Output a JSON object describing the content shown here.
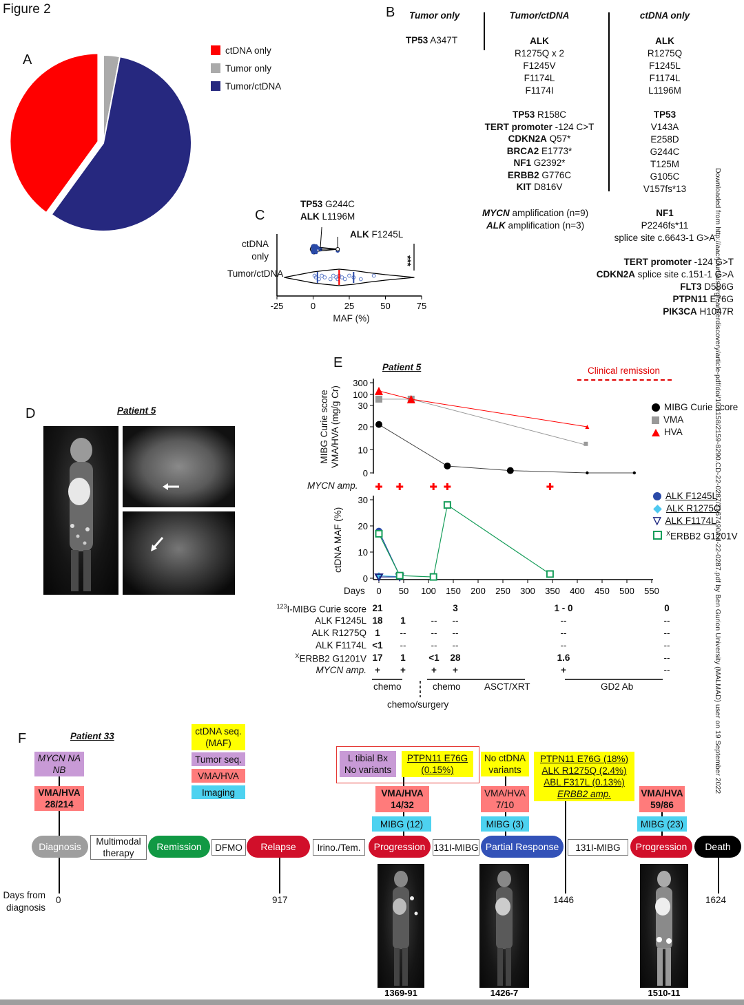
{
  "figure_title": "Figure 2",
  "side_note": "Downloaded from http://aacrjournals.org/cancerdiscovery/article-pdf/doi/10.1158/2159-8290.CD-22-0287/3167490/cd-22-0287.pdf by Ben Gurion University (MALMAD) user on 19 September 2022",
  "panel_labels": {
    "a": "A",
    "b": "B",
    "c": "C",
    "d": "D",
    "e": "E",
    "f": "F"
  },
  "chart_data": [
    {
      "type": "pie",
      "categories": [
        "ctDNA only",
        "Tumor only",
        "Tumor/ctDNA"
      ],
      "values": [
        40,
        3,
        57
      ],
      "colors": [
        "#ff0000",
        "#aaaaaa",
        "#26287f"
      ],
      "exploded": "ctDNA only",
      "legend": "right"
    },
    {
      "type": "violin",
      "categories": [
        "ctDNA only",
        "Tumor/ctDNA"
      ],
      "xlabel": "MAF (%)",
      "xlim": [
        -25,
        75
      ],
      "xticks": [
        -25,
        0,
        25,
        50,
        75
      ],
      "ctdna_only_points": [
        0,
        0,
        0,
        0,
        0,
        0.5,
        1,
        1,
        1.5,
        2,
        2,
        3,
        5,
        17
      ],
      "tumor_ctdna_points": [
        1,
        2,
        4,
        6,
        8,
        12,
        14,
        16,
        17,
        18,
        20,
        22,
        25,
        28,
        33,
        42
      ],
      "tumor_ctdna_median": 18,
      "tumor_ctdna_quartiles": [
        3,
        28
      ],
      "significance": "***",
      "annotations": [
        {
          "gene": "TP53",
          "variant": "G244C"
        },
        {
          "gene": "ALK",
          "variant": "L1196M"
        },
        {
          "gene": "ALK",
          "variant": "F1245L"
        }
      ]
    },
    {
      "type": "line",
      "title": "Patient 5",
      "ylabel": "MIBG Curie score\nVMA/HVA (mg/g Cr)",
      "remission_label": "Clinical remission",
      "upper_ticks_log": [
        "300",
        "100",
        "30"
      ],
      "upper_ticks_lin": [
        "20",
        "10",
        "0"
      ],
      "series": [
        {
          "name": "MIBG Curie score",
          "marker": "circle",
          "color": "#000000",
          "x": [
            0,
            138,
            265,
            420,
            515
          ],
          "y": [
            21,
            3,
            1,
            0,
            0
          ]
        },
        {
          "name": "VMA",
          "marker": "square",
          "color": "#999999",
          "x": [
            0,
            65,
            420
          ],
          "y": [
            70,
            70,
            12
          ]
        },
        {
          "name": "HVA",
          "marker": "triangle",
          "color": "#ff0000",
          "x": [
            0,
            65,
            420
          ],
          "y": [
            160,
            70,
            20
          ]
        }
      ],
      "mycn_label": "MYCN amp.",
      "mycn_x": [
        0,
        42,
        110,
        138,
        345
      ],
      "lower_ylabel": "ctDNA MAF (%)",
      "lower_yticks": [
        0,
        10,
        20,
        30
      ],
      "xlabel": "Days",
      "xticks": [
        0,
        50,
        100,
        150,
        200,
        250,
        300,
        350,
        400,
        450,
        500,
        550
      ],
      "lower_series": [
        {
          "name": "ALK F1245L",
          "color": "#2a4aa8",
          "marker": "circle",
          "x": [
            0,
            42
          ],
          "y": [
            18,
            1
          ]
        },
        {
          "name": "ALK R1275Q",
          "color": "#4dc8f0",
          "marker": "diamond",
          "x": [
            0,
            42
          ],
          "y": [
            1,
            0.6
          ]
        },
        {
          "name": "ALK F1174L",
          "color": "#1a237e",
          "marker": "triangle-down",
          "x": [
            0,
            42
          ],
          "y": [
            0.5,
            0.5
          ]
        },
        {
          "name": "ERBB2 G1201V",
          "color": "#169d5a",
          "marker": "open-square",
          "x": [
            0,
            42,
            110,
            138,
            345
          ],
          "y": [
            17,
            1,
            0.5,
            28,
            1.6
          ]
        }
      ]
    }
  ],
  "panel_b": {
    "headers": {
      "tumor_only": "Tumor only",
      "tumor_ctdna": "Tumor/ctDNA",
      "ctdna_only": "ctDNA only"
    },
    "tumor_only": [
      {
        "gene": "TP53",
        "var": " A347T"
      }
    ],
    "tumor_ctdna_alk": {
      "gene": "ALK",
      "vars": [
        "R1275Q x 2",
        "F1245V",
        "F1174L",
        "F1174I"
      ]
    },
    "tumor_ctdna_other": [
      {
        "gene": "TP53",
        "var": " R158C"
      },
      {
        "gene": "TERT promoter",
        "var": " -124 C>T"
      },
      {
        "gene": "CDKN2A",
        "var": " Q57*"
      },
      {
        "gene": "BRCA2",
        "var": " E1773*"
      },
      {
        "gene": "NF1",
        "var": " G2392*"
      },
      {
        "gene": "ERBB2",
        "var": " G776C"
      },
      {
        "gene": "KIT",
        "var": " D816V"
      }
    ],
    "amps": [
      {
        "gene": "MYCN",
        "var": " amplification (n=9)"
      },
      {
        "gene": "ALK",
        "var": " amplification (n=3)"
      }
    ],
    "ctdna_alk": {
      "gene": "ALK",
      "vars": [
        "R1275Q",
        "F1245L",
        "F1174L",
        "L1196M"
      ]
    },
    "ctdna_tp53": {
      "gene": "TP53",
      "vars": [
        "V143A",
        "E258D",
        "G244C",
        "T125M",
        "G105C",
        "V157fs*13"
      ]
    },
    "ctdna_nf1": {
      "gene": "NF1",
      "vars": [
        "P2246fs*11",
        "splice site c.6643-1 G>A"
      ]
    },
    "ctdna_other": [
      {
        "gene": "TERT promoter",
        "var": " -124 G>T"
      },
      {
        "gene": "CDKN2A",
        "var": " splice site c.151-1 G>A"
      },
      {
        "gene": "FLT3",
        "var": " D586G"
      },
      {
        "gene": "PTPN11",
        "var": " E76G"
      },
      {
        "gene": "PIK3CA",
        "var": " H1047R"
      }
    ]
  },
  "panel_d": {
    "title": "Patient 5"
  },
  "panel_e_table": {
    "rows": [
      {
        "label": "123I-MIBG Curie score",
        "vals": [
          "21",
          "",
          "",
          "3",
          "1 - 0",
          "0"
        ]
      },
      {
        "label": "ALK F1245L",
        "vals": [
          "18",
          "1",
          "--",
          "--",
          "--",
          "--"
        ]
      },
      {
        "label": "ALK R1275Q",
        "vals": [
          "1",
          "--",
          "--",
          "--",
          "--",
          "--"
        ]
      },
      {
        "label": "ALK F1174L",
        "vals": [
          "<1",
          "--",
          "--",
          "--",
          "--",
          "--"
        ]
      },
      {
        "label": "XERBB2 G1201V",
        "vals": [
          "17",
          "1",
          "<1",
          "28",
          "1.6",
          "--"
        ]
      },
      {
        "label": "MYCN amp.",
        "vals": [
          "+",
          "+",
          "+",
          "+",
          "+",
          "--"
        ]
      }
    ],
    "phases": [
      "chemo",
      "chemo",
      "ASCT/XRT",
      "GD2 Ab"
    ],
    "surgery": "chemo/surgery"
  },
  "panel_f": {
    "title": "Patient 33",
    "legend": [
      "ctDNA seq.\n(MAF)",
      "Tumor seq.",
      "VMA/HVA",
      "Imaging"
    ],
    "diag_tag": "MYCN NA\nNB",
    "diag_vma": "VMA/HVA\n28/214",
    "bx_box": "L tibial Bx\nNo variants",
    "bx_var": "PTPN11 E76G\n(0.15%)",
    "prog1_vma": "VMA/HVA\n14/32",
    "prog1_mibg": "MIBG (12)",
    "pr_ct": "No ctDNA\nvariants",
    "pr_vma": "VMA/HVA\n7/10",
    "pr_mibg": "MIBG (3)",
    "late_ct": [
      "PTPN11 E76G (18%)",
      "ALK R1275Q (2.4%)",
      "ABL F317L (0.13%)",
      "ERBB2 amp."
    ],
    "prog2_vma": "VMA/HVA\n59/86",
    "prog2_mibg": "MIBG (23)",
    "pills": [
      "Diagnosis",
      "Remission",
      "Relapse",
      "Progression",
      "Partial Response",
      "Progression",
      "Death"
    ],
    "boxes": [
      "Multimodal\ntherapy",
      "DFMO",
      "Irino./Tem.",
      "131I-MIBG",
      "131I-MIBG"
    ],
    "days_label": "Days from\ndiagnosis",
    "days": [
      "0",
      "917",
      "1446",
      "1624"
    ],
    "scans": [
      "1369-91",
      "1426-7",
      "1510-11"
    ]
  }
}
